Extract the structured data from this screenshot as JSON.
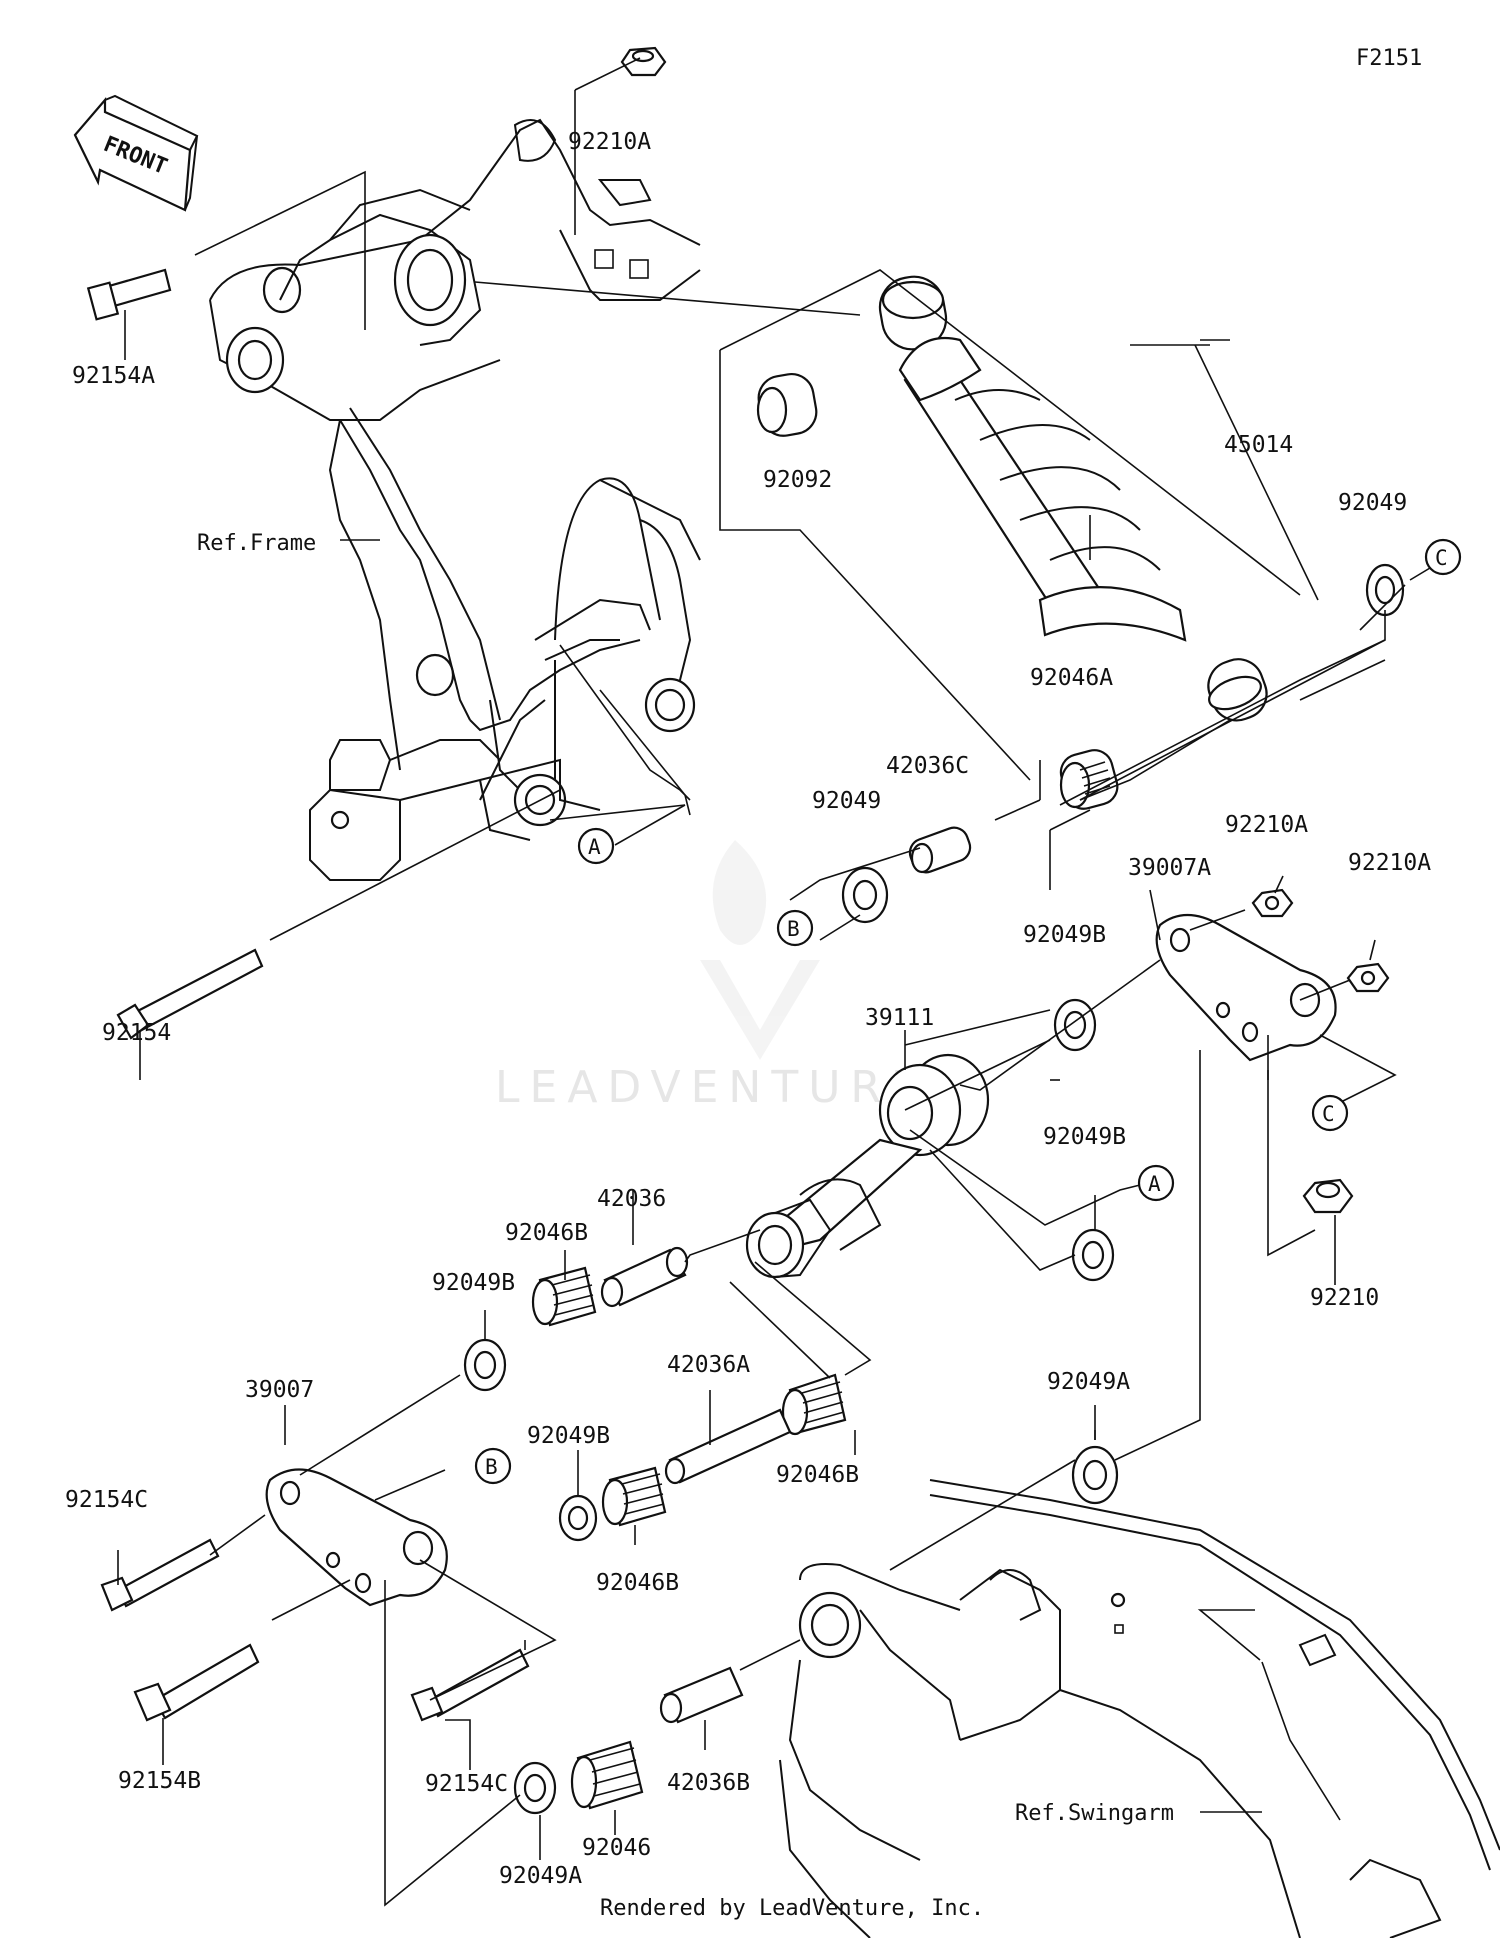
{
  "diagram_code": "F2151",
  "front_label": "FRONT",
  "watermark": "LEADVENTURE",
  "footer": "Rendered by LeadVenture, Inc.",
  "refs": {
    "frame": "Ref.Frame",
    "swingarm": "Ref.Swingarm"
  },
  "callouts": {
    "a": "A",
    "b": "B",
    "c": "C"
  },
  "parts": {
    "p92210A_top": "92210A",
    "p92154A": "92154A",
    "p92092": "92092",
    "p45014": "45014",
    "p92049_right": "92049",
    "p92046A": "92046A",
    "p42036C": "42036C",
    "p92049_mid": "92049",
    "p92154": "92154",
    "p39007A": "39007A",
    "p92210A_a": "92210A",
    "p92210A_b": "92210A",
    "p92049B_a": "92049B",
    "p39111": "39111",
    "p92049B_b": "92049B",
    "p92210": "92210",
    "p42036": "42036",
    "p92046B_a": "92046B",
    "p92049B_c": "92049B",
    "p39007": "39007",
    "p92154C_a": "92154C",
    "p42036A": "42036A",
    "p92049B_d": "92049B",
    "p92046B_b": "92046B",
    "p92046B_c": "92046B",
    "p92049A_a": "92049A",
    "p92154B": "92154B",
    "p92154C_b": "92154C",
    "p42036B": "42036B",
    "p92046": "92046",
    "p92049A_b": "92049A"
  }
}
